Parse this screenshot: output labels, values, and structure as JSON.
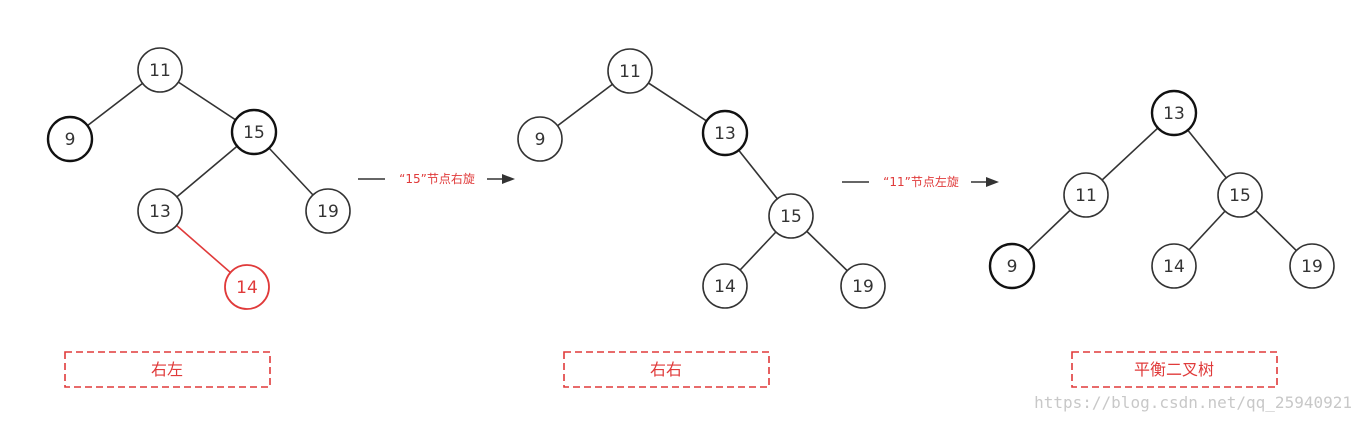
{
  "diagrams": [
    {
      "nodes": [
        {
          "id": "a11",
          "label": "11",
          "style": "normal"
        },
        {
          "id": "a9",
          "label": "9",
          "style": "bold"
        },
        {
          "id": "a15",
          "label": "15",
          "style": "bold"
        },
        {
          "id": "a13",
          "label": "13",
          "style": "normal"
        },
        {
          "id": "a19",
          "label": "19",
          "style": "normal"
        },
        {
          "id": "a14",
          "label": "14",
          "style": "red"
        }
      ],
      "edges": [
        {
          "from": "a11",
          "to": "a9",
          "style": "normal"
        },
        {
          "from": "a11",
          "to": "a15",
          "style": "normal"
        },
        {
          "from": "a15",
          "to": "a13",
          "style": "normal"
        },
        {
          "from": "a15",
          "to": "a19",
          "style": "normal"
        },
        {
          "from": "a13",
          "to": "a14",
          "style": "red"
        }
      ],
      "caption": "右左"
    },
    {
      "nodes": [
        {
          "id": "b11",
          "label": "11",
          "style": "normal"
        },
        {
          "id": "b9",
          "label": "9",
          "style": "normal"
        },
        {
          "id": "b13",
          "label": "13",
          "style": "bold"
        },
        {
          "id": "b15",
          "label": "15",
          "style": "normal"
        },
        {
          "id": "b14",
          "label": "14",
          "style": "normal"
        },
        {
          "id": "b19",
          "label": "19",
          "style": "normal"
        }
      ],
      "edges": [
        {
          "from": "b11",
          "to": "b9",
          "style": "normal"
        },
        {
          "from": "b11",
          "to": "b13",
          "style": "normal"
        },
        {
          "from": "b13",
          "to": "b15",
          "style": "normal"
        },
        {
          "from": "b15",
          "to": "b14",
          "style": "normal"
        },
        {
          "from": "b15",
          "to": "b19",
          "style": "normal"
        }
      ],
      "caption": "右右"
    },
    {
      "nodes": [
        {
          "id": "c13",
          "label": "13",
          "style": "bold"
        },
        {
          "id": "c11",
          "label": "11",
          "style": "normal"
        },
        {
          "id": "c15",
          "label": "15",
          "style": "normal"
        },
        {
          "id": "c9",
          "label": "9",
          "style": "bold"
        },
        {
          "id": "c14",
          "label": "14",
          "style": "normal"
        },
        {
          "id": "c19",
          "label": "19",
          "style": "normal"
        }
      ],
      "edges": [
        {
          "from": "c13",
          "to": "c11",
          "style": "normal"
        },
        {
          "from": "c13",
          "to": "c15",
          "style": "normal"
        },
        {
          "from": "c11",
          "to": "c9",
          "style": "normal"
        },
        {
          "from": "c15",
          "to": "c14",
          "style": "normal"
        },
        {
          "from": "c15",
          "to": "c19",
          "style": "normal"
        }
      ],
      "caption": "平衡二叉树"
    }
  ],
  "arrows": [
    {
      "label": "“15”节点右旋"
    },
    {
      "label": "“11”节点左旋"
    }
  ],
  "watermark": "https://blog.csdn.net/qq_25940921",
  "colors": {
    "accent": "#e03a3a",
    "line": "#333333",
    "watermark": "#c8c8c8"
  }
}
